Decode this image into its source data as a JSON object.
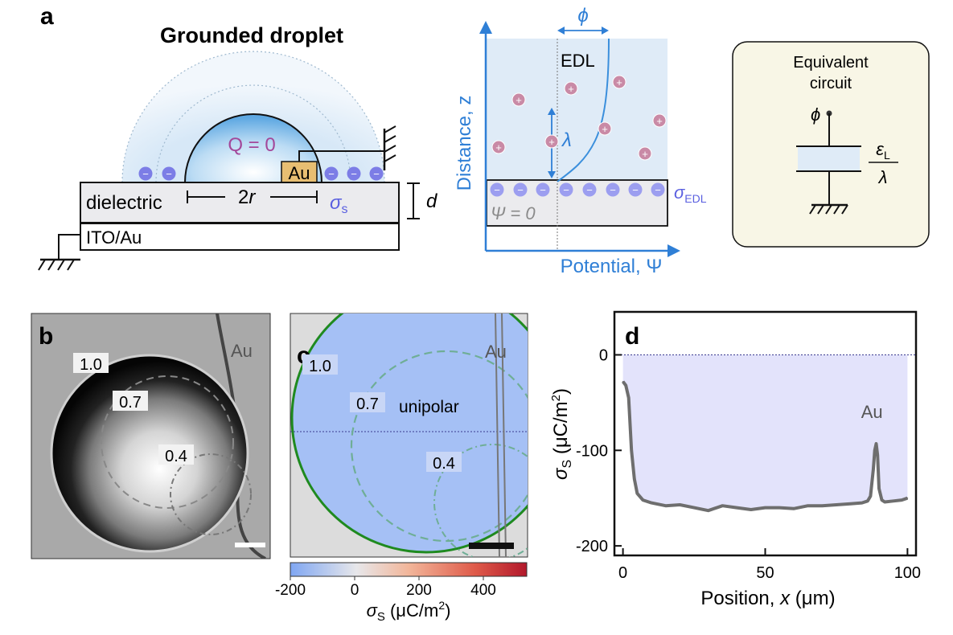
{
  "panel_a": {
    "letter": "a",
    "title": "Grounded droplet",
    "charge_label": "Q = 0",
    "electrode_label": "Au",
    "dielectric_label": "dielectric",
    "radius_label": "2r",
    "sigma_symbol": "σ",
    "sigma_sub": "s",
    "thickness_label": "d",
    "substrate_label": "ITO/Au"
  },
  "panel_edl": {
    "phi_label": "ϕ",
    "edl_label": "EDL",
    "lambda_label": "λ",
    "psi_zero_label": "Ψ = 0",
    "sigma_symbol": "σ",
    "sigma_sub": "EDL",
    "y_axis_label": "Distance, z",
    "x_axis_label": "Potential, Ψ",
    "plus_sign": "+",
    "minus_sign": "−"
  },
  "panel_circuit": {
    "title_line1": "Equivalent",
    "title_line2": "circuit",
    "phi_label": "ϕ",
    "eps_symbol": "ε",
    "eps_sub": "L",
    "lambda_label": "λ"
  },
  "panel_b": {
    "letter": "b",
    "au_label": "Au",
    "contour_labels": [
      "1.0",
      "0.7",
      "0.4"
    ]
  },
  "panel_c": {
    "letter": "c",
    "au_label": "Au",
    "contour_labels": [
      "1.0",
      "0.7",
      "0.4"
    ],
    "mode_label": "unipolar",
    "colorbar": {
      "ticks": [
        "-200",
        "0",
        "200",
        "400"
      ],
      "label_symbol": "σ",
      "label_sub": "S",
      "label_unit": " (μC/m",
      "label_sup": "2",
      "label_close": ")"
    }
  },
  "panel_d": {
    "letter": "d",
    "annotation": "Au",
    "xlabel": "Position, x (μm)",
    "ylabel": "σS (μC/m2)"
  },
  "colors": {
    "blue_accent": "#2f7fd6",
    "charge_pos": "#c98aa6",
    "charge_neg": "#7c7de6",
    "gold": "#e8be72",
    "contour_green": "#2a8a2a",
    "trace_gray": "#6e6e6e",
    "fill_lavender": "#e3e3fb",
    "circuit_bg": "#f8f6e6"
  },
  "chart_data": {
    "type": "line",
    "title": "",
    "xlabel": "Position, x (μm)",
    "ylabel": "σS (μC/m2)",
    "xlim": [
      -3,
      103
    ],
    "ylim": [
      -210,
      45
    ],
    "xticks": [
      0,
      50,
      100
    ],
    "yticks": [
      0,
      -100,
      -200
    ],
    "reference_line_y": 0,
    "series": [
      {
        "x": [
          0,
          1,
          2,
          3,
          4,
          5,
          7,
          10,
          15,
          20,
          25,
          30,
          35,
          40,
          45,
          50,
          55,
          60,
          65,
          70,
          75,
          80,
          84,
          86,
          87,
          88,
          88.5,
          89,
          89.5,
          90,
          91,
          92,
          95,
          98,
          100
        ],
        "y": [
          -28,
          -32,
          -45,
          -100,
          -130,
          -145,
          -152,
          -155,
          -158,
          -157,
          -160,
          -163,
          -158,
          -160,
          -162,
          -160,
          -160,
          -161,
          -158,
          -158,
          -157,
          -156,
          -155,
          -153,
          -148,
          -120,
          -100,
          -93,
          -105,
          -140,
          -152,
          -154,
          -153,
          -152,
          -150
        ]
      }
    ]
  }
}
